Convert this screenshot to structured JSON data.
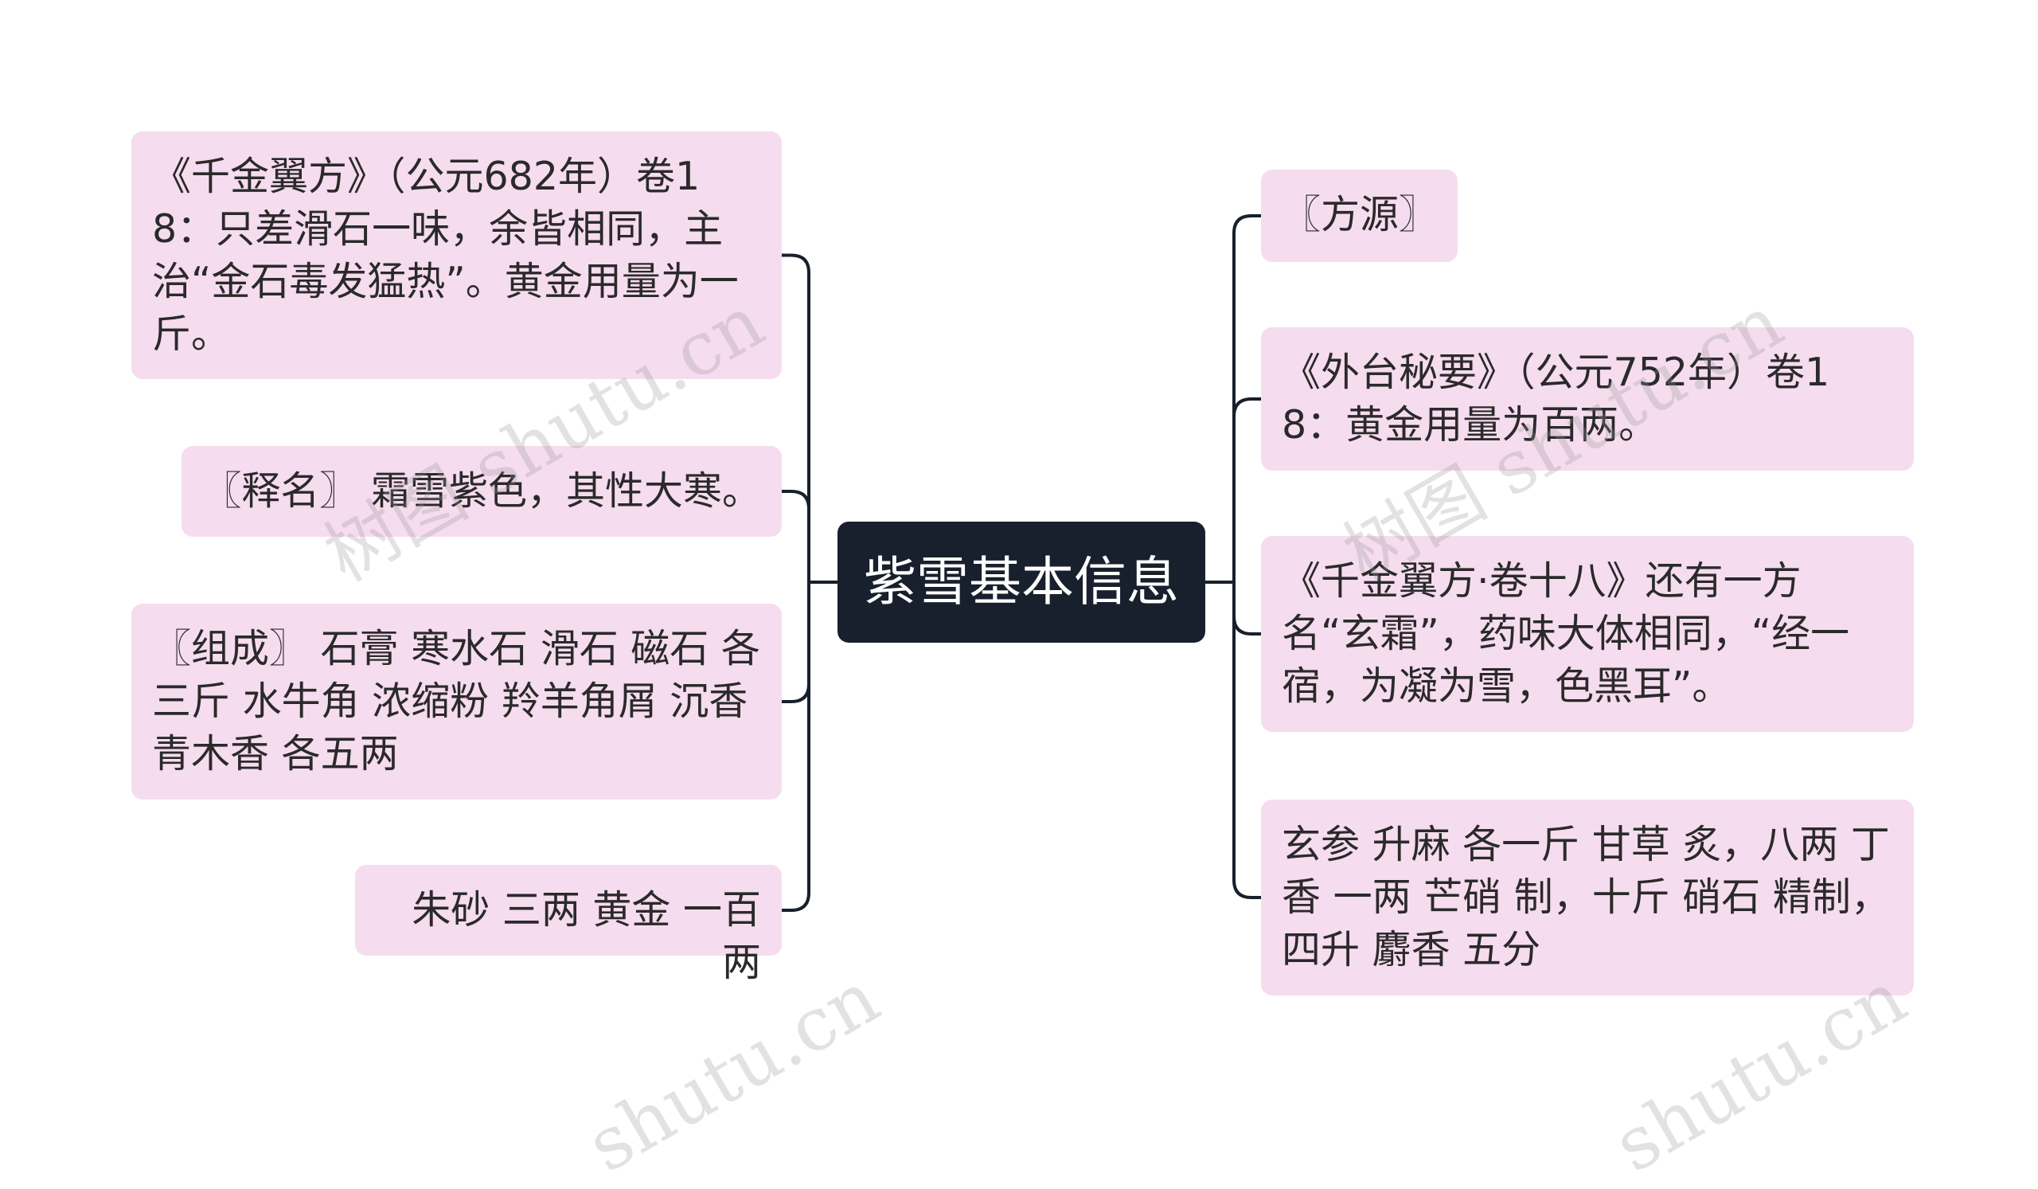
{
  "root": {
    "label": "紫雪基本信息"
  },
  "left_nodes": [
    {
      "id": "l1",
      "text": "《千金翼方》（公元682年）卷18：只差滑石一味，余皆相同，主治“金石毒发猛热”。黄金用量为一斤。"
    },
    {
      "id": "l2",
      "text": "〖释名〗 霜雪紫色，其性大寒。"
    },
    {
      "id": "l3",
      "text": "〖组成〗 石膏 寒水石 滑石 磁石 各三斤 水牛角 浓缩粉 羚羊角屑 沉香 青木香 各五两"
    },
    {
      "id": "l4",
      "text": "朱砂 三两 黄金 一百两"
    }
  ],
  "right_nodes": [
    {
      "id": "r1",
      "text": "〖方源〗"
    },
    {
      "id": "r2",
      "text": "《外台秘要》（公元752年）卷18：黄金用量为百两。"
    },
    {
      "id": "r3",
      "text": "《千金翼方·卷十八》还有一方名“玄霜”，药味大体相同，“经一宿，为凝为雪，色黑耳”。"
    },
    {
      "id": "r4",
      "text": "玄参 升麻 各一斤 甘草 炙，八两 丁香 一两 芒硝 制，十斤 硝石 精制，四升 麝香 五分"
    }
  ],
  "watermarks": [
    "树图 shutu.cn",
    "树图 shutu.cn",
    "shutu.cn",
    "shutu.cn"
  ],
  "colors": {
    "node_bg": "#f6dcef",
    "root_bg": "#17202c",
    "line": "#17202c"
  }
}
